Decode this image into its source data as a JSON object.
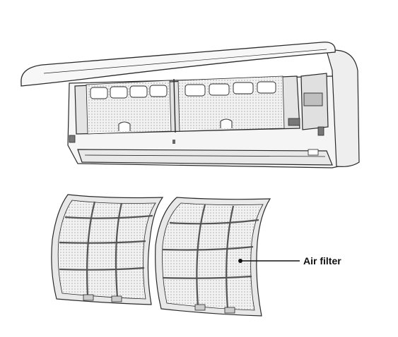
{
  "callout": {
    "label": "Air filter"
  },
  "colors": {
    "outline": "#2a2a2a",
    "unit_body": "#f4f4f4",
    "unit_shadow": "#d9d9d9",
    "filter_mesh": "#cfcfcf",
    "filter_frame": "#e6e6e6"
  },
  "parts": {
    "indoor_unit": "air-conditioner-indoor-unit",
    "front_panel": "front-panel-open",
    "filters": [
      "left-air-filter",
      "right-air-filter"
    ]
  }
}
